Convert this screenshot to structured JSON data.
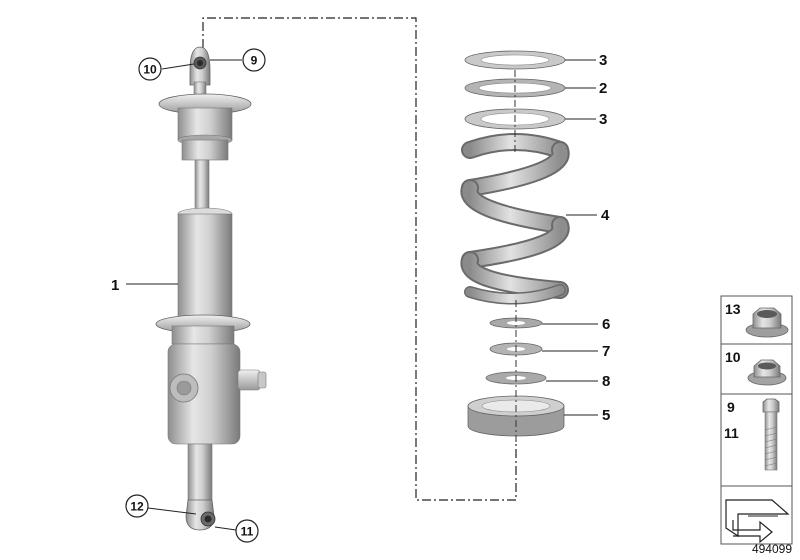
{
  "callouts": {
    "c1": "1",
    "c2": "2",
    "c3a": "3",
    "c3b": "3",
    "c4": "4",
    "c5": "5",
    "c6": "6",
    "c7": "7",
    "c8": "8",
    "c9": "9",
    "c10": "10",
    "c11": "11",
    "c12": "12"
  },
  "parts_panel": {
    "p13": "13",
    "p10": "10",
    "p9": "9",
    "p11": "11"
  },
  "diagram_number": "494099"
}
